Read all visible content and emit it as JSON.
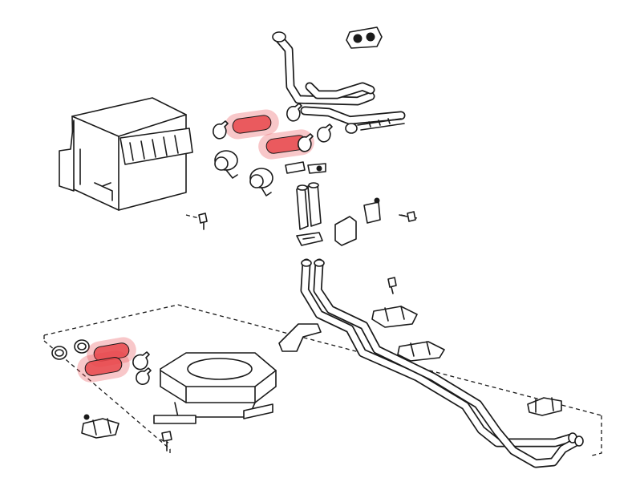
{
  "diagram": {
    "highlight_color": "#e8474b",
    "line_color": "#1a1a1a",
    "background": "#ffffff",
    "highlighted_parts": [
      "hose",
      "hose",
      "hose",
      "hose"
    ]
  }
}
